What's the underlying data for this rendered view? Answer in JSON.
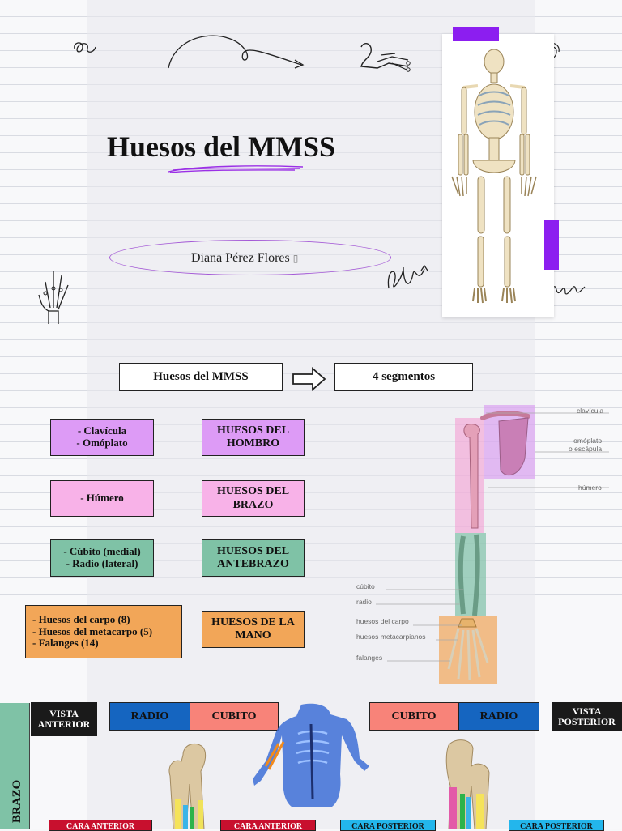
{
  "title": "Huesos del MMSS",
  "author": "Diana Pérez Flores",
  "author_icon": "missing-glyph-icon",
  "header_boxes": {
    "left": "Huesos del MMSS",
    "right": "4 segmentos",
    "arrow_icon": "outline-arrow-right-icon"
  },
  "segments": [
    {
      "items": "- Clavícula\n- Omóplato",
      "category": "HUESOS DEL HOMBRO",
      "color": "#dd9bf6"
    },
    {
      "items": "- Húmero",
      "category": "HUESOS DEL BRAZO",
      "color": "#f8b2e8"
    },
    {
      "items": "- Cúbito (medial)\n- Radio (lateral)",
      "category": "HUESOS DEL ANTEBRAZO",
      "color": "#7fc2a6"
    },
    {
      "items": "- Huesos del carpo (8)\n- Huesos del metacarpo (5)\n- Falanges (14)",
      "category": "HUESOS DE LA MANO",
      "color": "#f2a658"
    }
  ],
  "arm_labels": {
    "clavicula": "clavícula",
    "omoplato": "omóplato\no escápula",
    "humero": "húmero",
    "cubito": "cúbito",
    "radio": "radio",
    "carpo": "huesos del carpo",
    "metacarpo": "huesos metacarpianos",
    "falanges": "falanges"
  },
  "bottom": {
    "side_label": "BRAZO",
    "vista_anterior": "VISTA\nANTERIOR",
    "vista_posterior": "VISTA\nPOSTERIOR",
    "radio": "RADIO",
    "cubito": "CUBITO",
    "cara_anterior": "CARA ANTERIOR",
    "cara_posterior": "CARA POSTERIOR"
  },
  "colors": {
    "accent_purple": "#8c1ef0",
    "radio_blue": "#1565c0",
    "cubito_salmon": "#f88379"
  }
}
